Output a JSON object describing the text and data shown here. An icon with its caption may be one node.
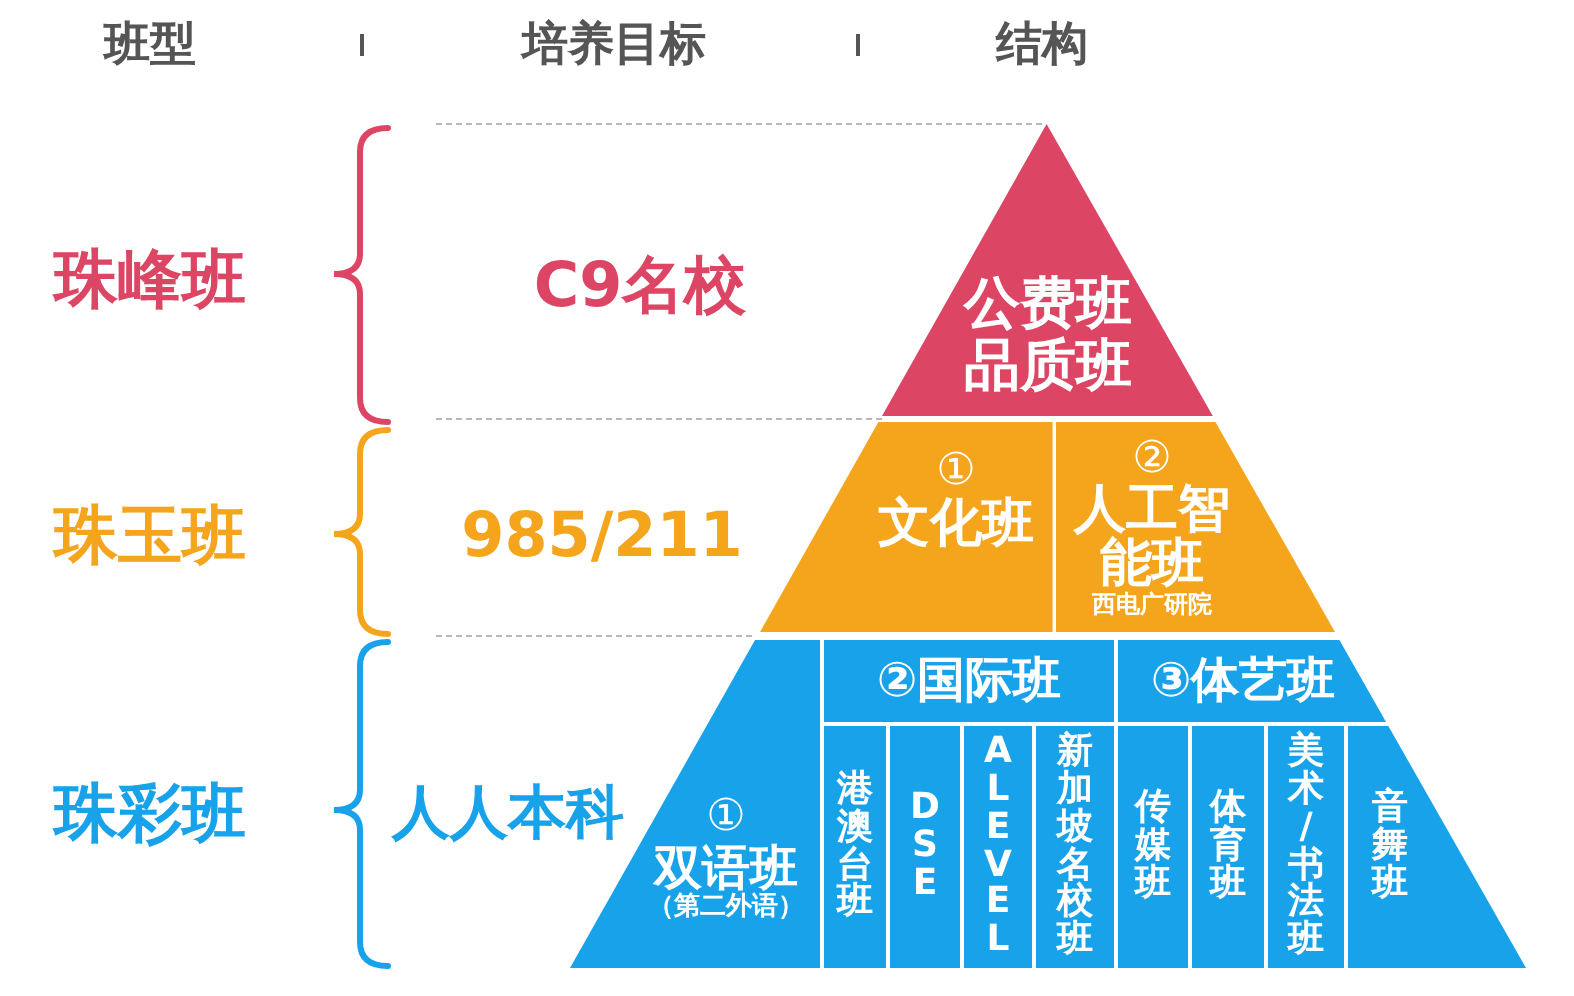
{
  "diagram": {
    "nodes": [
      {
        "text": [
          "公费班",
          "品质班"
        ]
      },
      {
        "text": [
          "①",
          "文化班"
        ]
      },
      {
        "text": [
          "②",
          "人工智能班",
          "西电广研院"
        ]
      },
      {
        "text": [
          "①",
          "双语班",
          "（第二外语）"
        ]
      },
      {
        "text": [
          "②国际班"
        ]
      },
      {
        "text": [
          "港澳台班"
        ],
        "in": 4
      },
      {
        "text": [
          "DSE"
        ],
        "in": 4
      },
      {
        "text": [
          "ALEVEL"
        ],
        "in": 4
      },
      {
        "text": [
          "新加坡名校班"
        ],
        "in": 4
      },
      {
        "text": [
          "③体艺班"
        ]
      },
      {
        "text": [
          "传媒班"
        ],
        "in": 9
      },
      {
        "text": [
          "体育班"
        ],
        "in": 9
      },
      {
        "text": [
          "美术/书法班"
        ],
        "in": 9
      },
      {
        "text": [
          "音舞班"
        ],
        "in": 9
      }
    ],
    "labels": [
      "班型",
      "培养目标",
      "结构",
      "珠峰班",
      "C9名校",
      "珠玉班",
      "985/211",
      "珠彩班",
      "人人本科"
    ]
  }
}
